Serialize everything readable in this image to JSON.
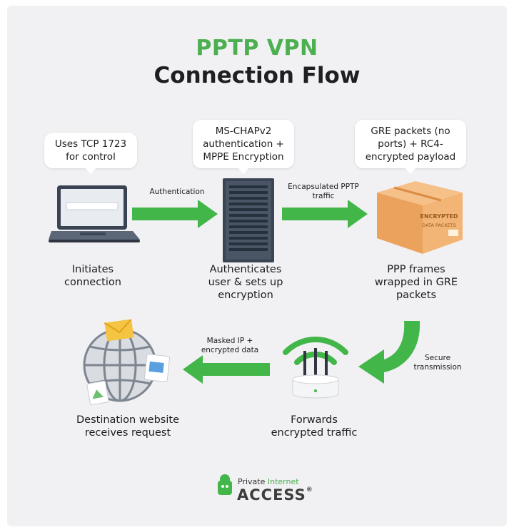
{
  "title": {
    "line1": "PPTP VPN",
    "line2": "Connection Flow"
  },
  "bubbles": {
    "laptop": "Uses TCP 1723 for control",
    "server": "MS-CHAPv2 authentication + MPPE Encryption",
    "package": "GRE packets (no ports) + RC4-encrypted payload"
  },
  "arrows": {
    "a1": "Authentication",
    "a2": "Encapsulated PPTP traffic",
    "a3": "Secure transmission",
    "a4": "Masked IP + encrypted data"
  },
  "captions": {
    "laptop": "Initiates connection",
    "server": "Authenticates user & sets up encryption",
    "package": "PPP frames wrapped in GRE packets",
    "router": "Forwards encrypted traffic",
    "globe": "Destination website receives request"
  },
  "box_text": {
    "top": "ENCRYPTED",
    "bottom": "DATA PACKETS"
  },
  "logo": {
    "private": "Private",
    "internet": "Internet",
    "access": "ACCESS",
    "reg": "®"
  },
  "colors": {
    "accent_green": "#4caf50",
    "arrow_green": "#43b649",
    "background": "#f1f1f3"
  }
}
